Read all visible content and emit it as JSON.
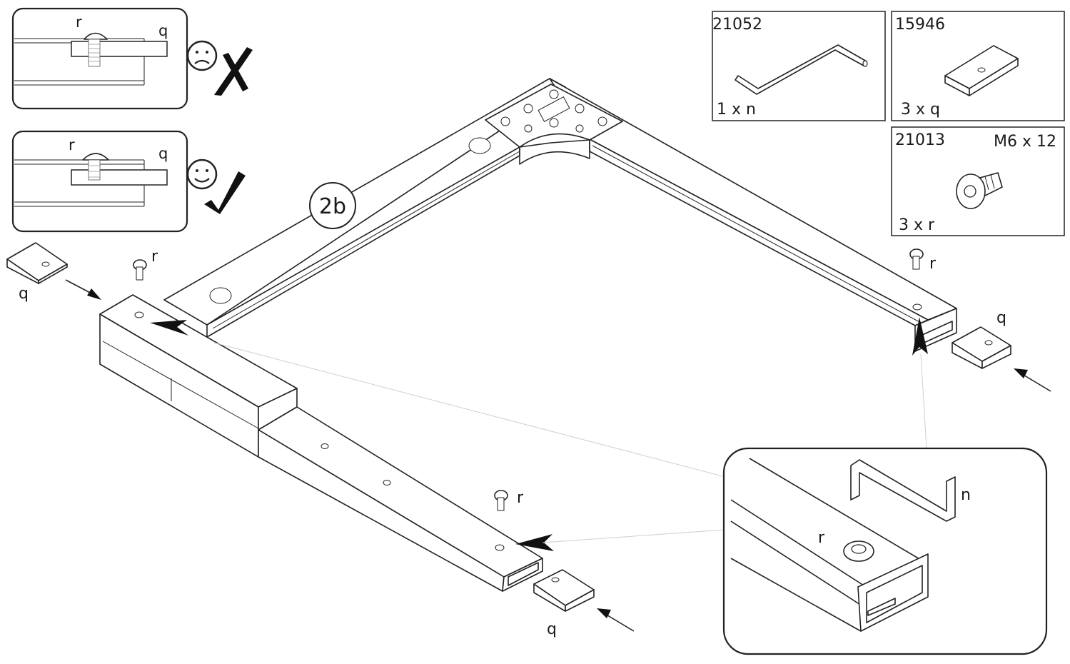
{
  "step": {
    "label": "2b"
  },
  "wrong_example": {
    "label_r": "r",
    "label_q": "q",
    "mood_icon": "sad-face-icon",
    "mark_icon": "cross-mark-icon"
  },
  "right_example": {
    "label_r": "r",
    "label_q": "q",
    "mood_icon": "happy-face-icon",
    "mark_icon": "check-mark-icon"
  },
  "parts": [
    {
      "code": "21052",
      "qty": "1 x n",
      "icon": "allen-key-icon"
    },
    {
      "code": "15946",
      "qty": "3 x q",
      "icon": "plate-nut-icon"
    },
    {
      "code": "21013",
      "spec": "M6 x 12",
      "qty": "3 x r",
      "icon": "bolt-icon"
    }
  ],
  "callouts": {
    "left_q": "q",
    "left_r": "r",
    "right_r": "r",
    "right_q": "q",
    "bottom_r": "r",
    "bottom_q": "q"
  },
  "detail": {
    "label_r": "r",
    "label_n": "n"
  }
}
